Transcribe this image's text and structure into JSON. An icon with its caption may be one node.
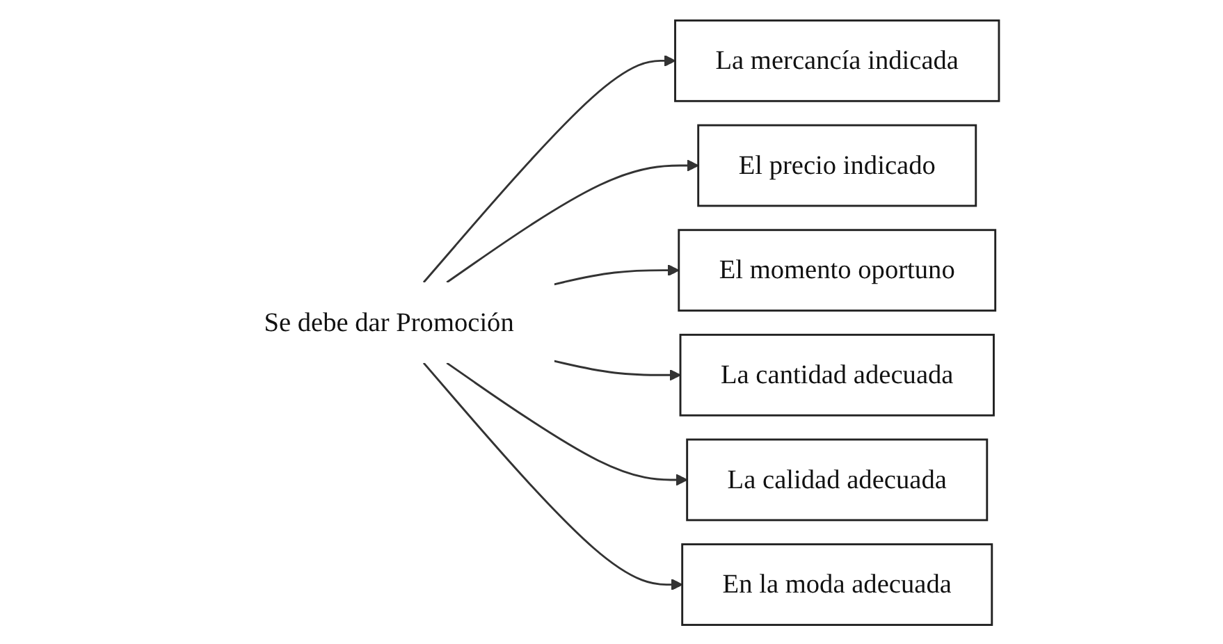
{
  "diagram": {
    "nodes": [
      {
        "text": [
          "Se debe dar Promoción"
        ]
      },
      {
        "text": [
          "La mercancía indicada"
        ]
      },
      {
        "text": [
          "El precio indicado"
        ]
      },
      {
        "text": [
          "El momento oportuno"
        ]
      },
      {
        "text": [
          "La cantidad adecuada"
        ]
      },
      {
        "text": [
          "La calidad adecuada"
        ]
      },
      {
        "text": [
          "En la moda adecuada"
        ]
      }
    ],
    "edges": [
      {
        "from": 0,
        "to": 1,
        "arrow": "to"
      },
      {
        "from": 0,
        "to": 2,
        "arrow": "to"
      },
      {
        "from": 0,
        "to": 3,
        "arrow": "to"
      },
      {
        "from": 0,
        "to": 4,
        "arrow": "to"
      },
      {
        "from": 0,
        "to": 5,
        "arrow": "to"
      },
      {
        "from": 0,
        "to": 6,
        "arrow": "to"
      }
    ]
  }
}
